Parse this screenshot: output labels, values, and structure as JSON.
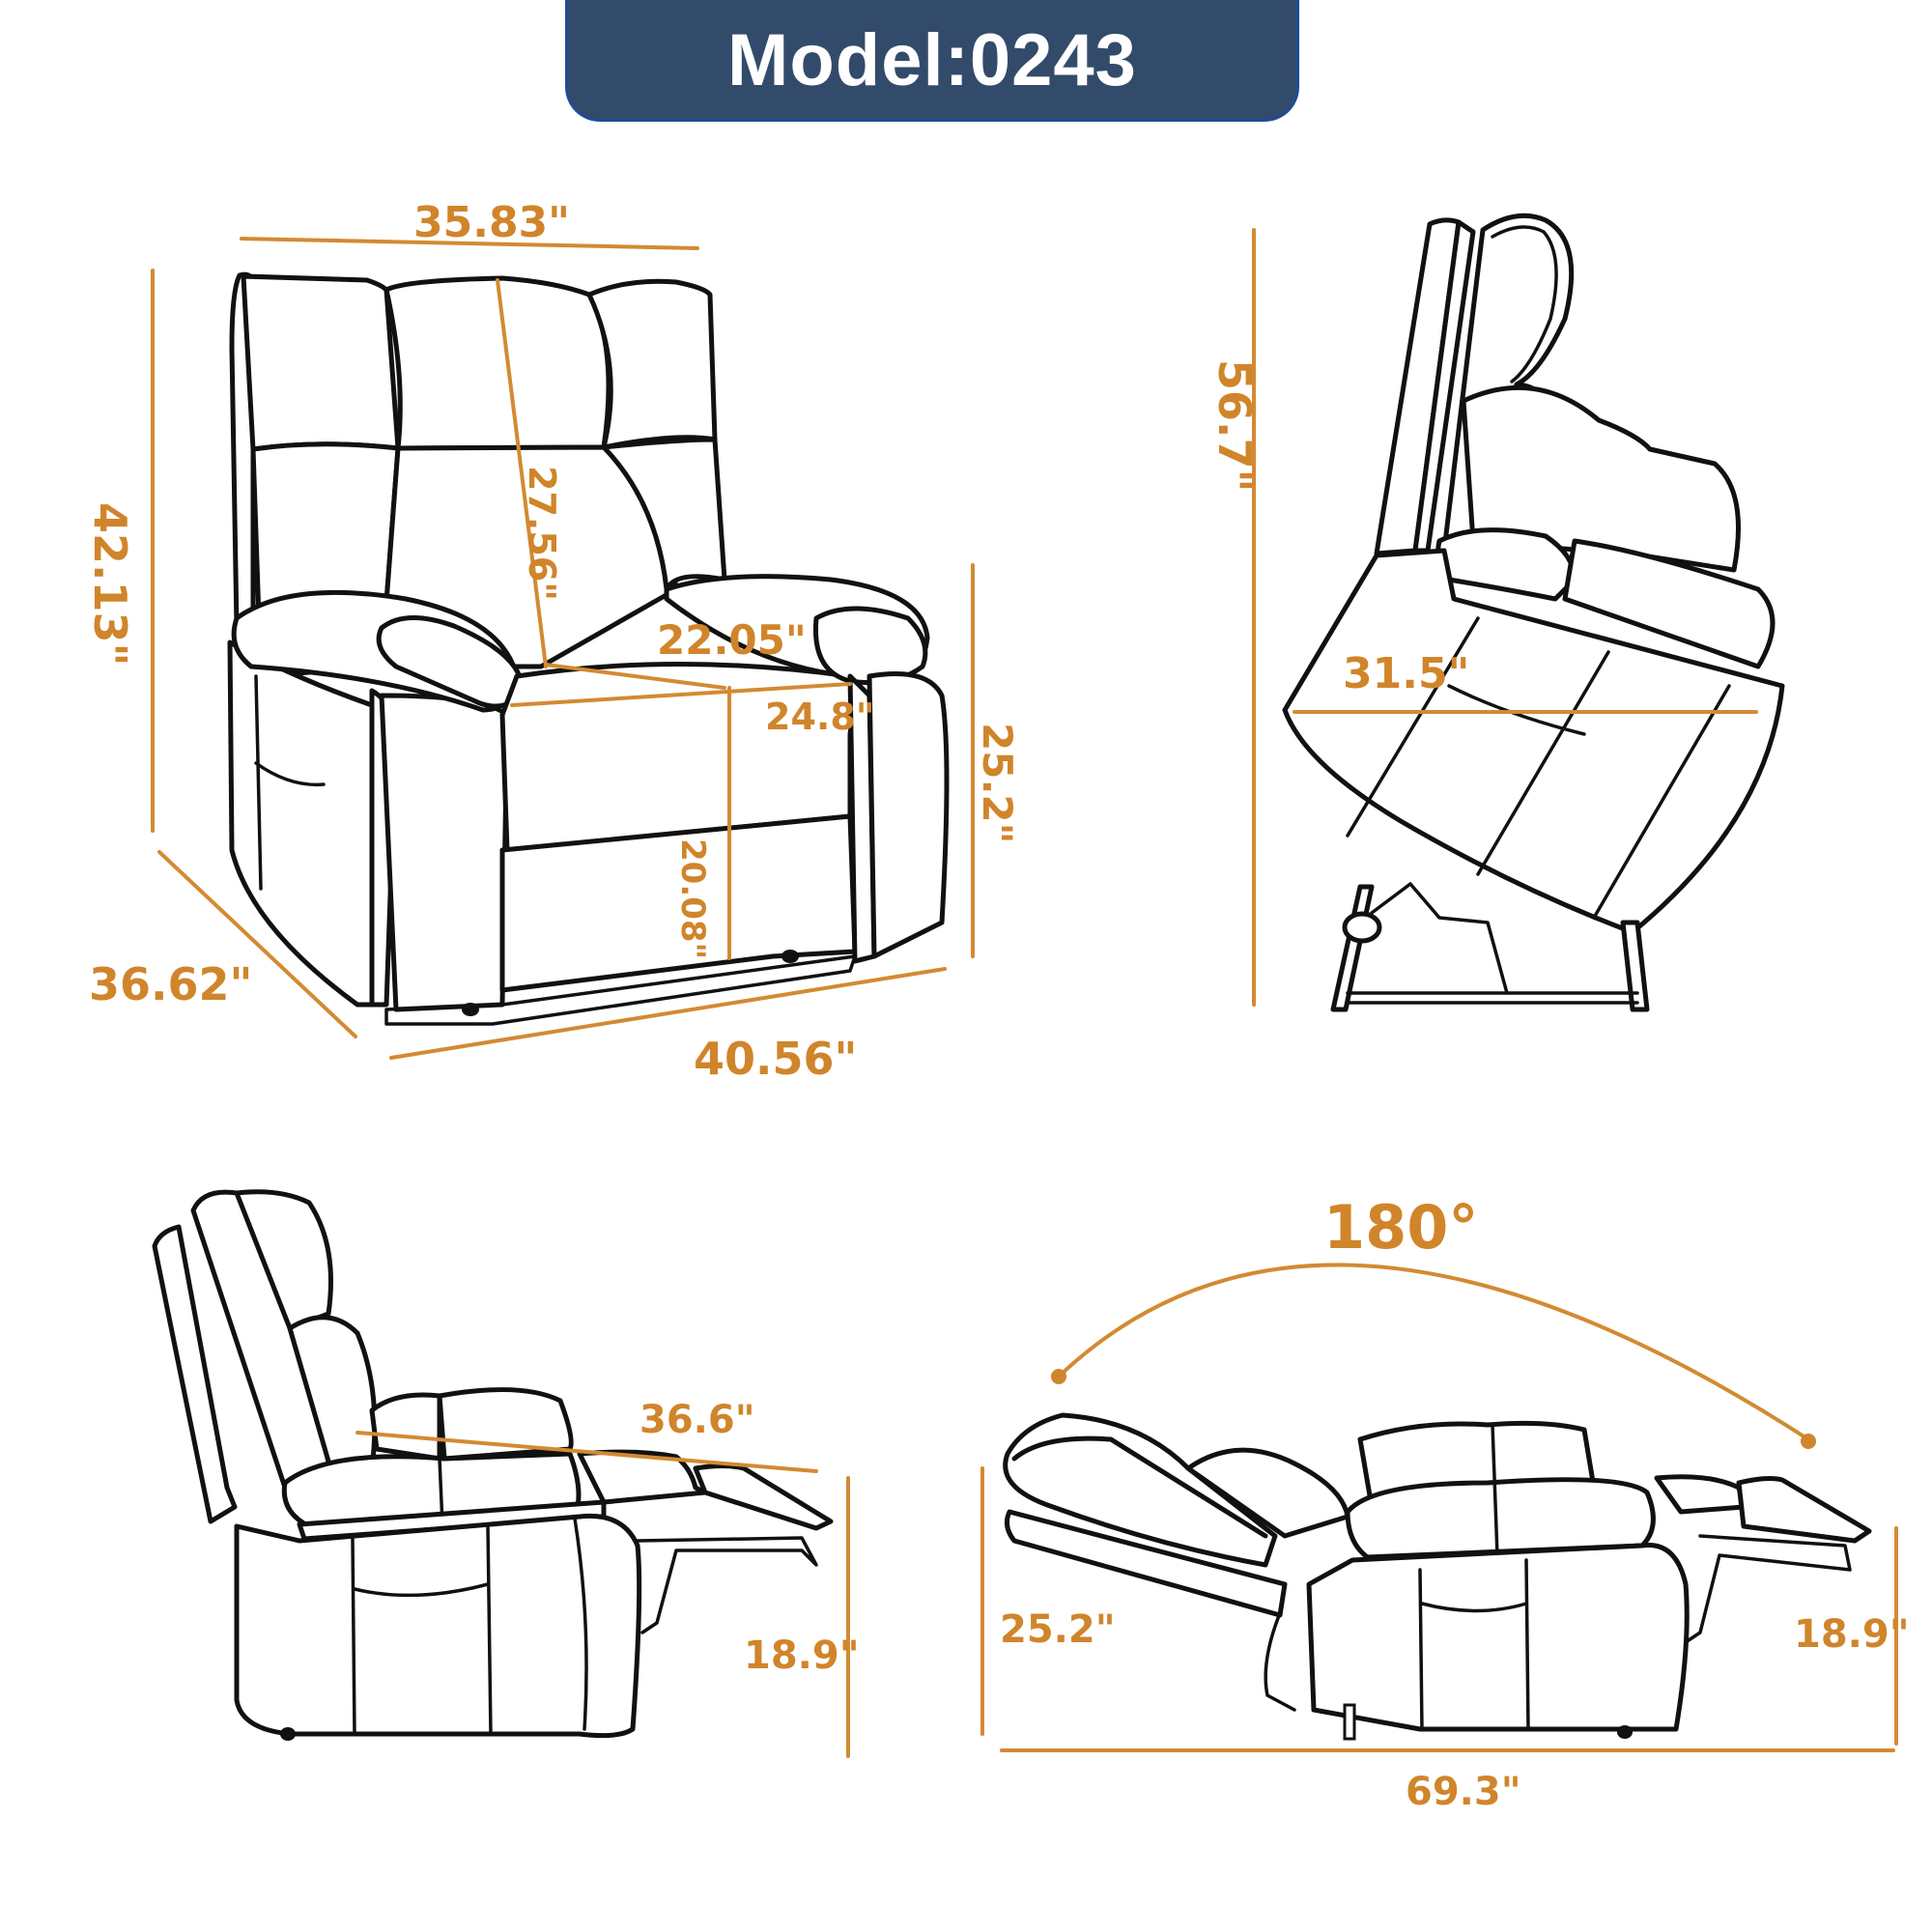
{
  "header": {
    "title": "Model:0243",
    "bg_color": "#334b6b",
    "border_color": "#1f4c94",
    "text_color": "#ffffff"
  },
  "accent_color": "#d0852b",
  "views": {
    "front": {
      "label": "front-three-quarter-view",
      "dimensions": {
        "overall_width": "35.83\"",
        "overall_height": "42.13\"",
        "backrest_height": "27.56\"",
        "seat_width": "22.05\"",
        "seat_depth": "24.8\"",
        "seat_height": "20.08\"",
        "arm_height": "25.2\"",
        "overall_depth": "36.62\"",
        "overall_length": "40.56\""
      }
    },
    "lift": {
      "label": "lift-position-side-view",
      "dimensions": {
        "lifted_height": "56.7\"",
        "lifted_depth": "31.5\""
      }
    },
    "recline": {
      "label": "partial-recline-side-view",
      "dimensions": {
        "seat_to_footrest": "36.6\"",
        "footrest_height": "18.9\""
      }
    },
    "flat": {
      "label": "full-flat-recline-view",
      "dimensions": {
        "recline_angle": "180°",
        "back_height": "25.2\"",
        "footrest_height": "18.9\"",
        "total_length": "69.3\""
      }
    }
  }
}
